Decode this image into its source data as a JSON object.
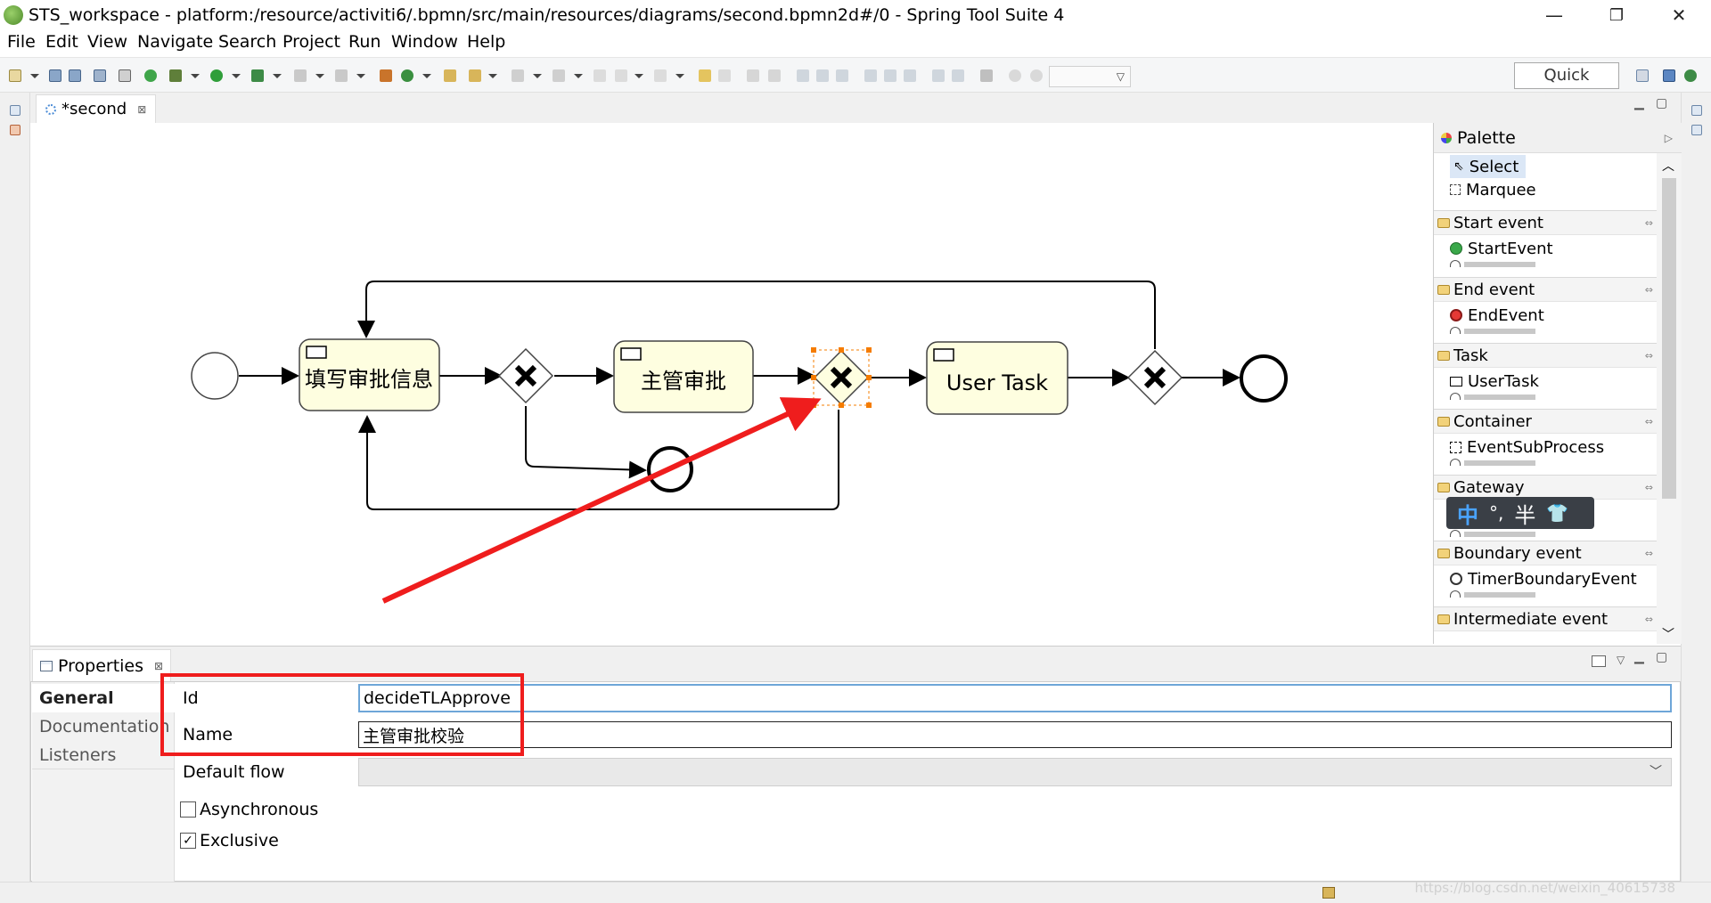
{
  "window": {
    "title": "STS_workspace - platform:/resource/activiti6/.bpmn/src/main/resources/diagrams/second.bpmn2d#/0 - Spring Tool Suite 4",
    "minimize": "—",
    "maximize": "❐",
    "close": "✕"
  },
  "menu": [
    "File",
    "Edit",
    "View",
    "Navigate",
    "Search",
    "Project",
    "Run",
    "Window",
    "Help"
  ],
  "toolbar": {
    "quick_access": "Quick Access"
  },
  "editor": {
    "tab_label": "*second",
    "tab_close": "⊠"
  },
  "diagram": {
    "tasks": [
      {
        "label": "填写审批信息"
      },
      {
        "label": "主管审批"
      },
      {
        "label": "User Task"
      }
    ]
  },
  "palette": {
    "title": "Palette",
    "tools": [
      "Select",
      "Marquee"
    ],
    "categories": [
      {
        "name": "Start event",
        "item": "StartEvent"
      },
      {
        "name": "End event",
        "item": "EndEvent"
      },
      {
        "name": "Task",
        "item": "UserTask"
      },
      {
        "name": "Container",
        "item": "EventSubProcess"
      },
      {
        "name": "Gateway",
        "item": ""
      },
      {
        "name": "Boundary event",
        "item": "TimerBoundaryEvent"
      },
      {
        "name": "Intermediate event",
        "item": ""
      }
    ],
    "ime": {
      "cn": "中",
      "punct": "°,",
      "half": "半",
      "shirt": "👕"
    }
  },
  "properties": {
    "tab_label": "Properties",
    "tab_close": "⊠",
    "side_tabs": [
      "General",
      "Documentation",
      "Listeners"
    ],
    "fields": {
      "id_label": "Id",
      "id_value": "decideTLApprove",
      "name_label": "Name",
      "name_value": "主管审批校验",
      "default_flow_label": "Default flow",
      "default_flow_value": "",
      "async_label": "Asynchronous",
      "async_checked": false,
      "exclusive_label": "Exclusive",
      "exclusive_checked": true
    }
  },
  "watermark": "https://blog.csdn.net/weixin_40615738",
  "colors": {
    "task_fill": "#fefee0",
    "selection": "#f57c00",
    "annotation": "#ef1d1d"
  }
}
